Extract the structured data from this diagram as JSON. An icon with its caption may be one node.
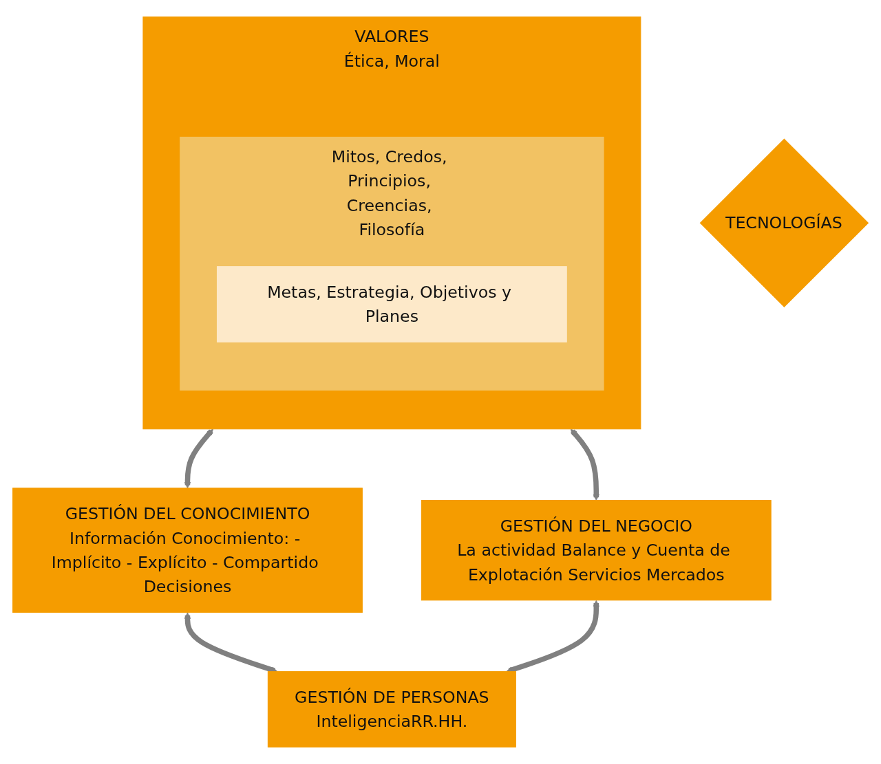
{
  "diagram": {
    "nodes": [
      {
        "text": [
          "VALORES",
          "Ética, Moral"
        ]
      },
      {
        "text": [
          "Mitos, Credos, Principios, Creencias, Filosofía"
        ],
        "in": 0
      },
      {
        "text": [
          "Metas, Estrategia, Objetivos y Planes"
        ],
        "in": 1
      },
      {
        "text": [
          "GESTIÓN DEL CONOCIMIENTO",
          "Información Conocimiento: - Implícito - Explícito - Compartido Decisiones"
        ]
      },
      {
        "text": [
          "TECNOLOGÍAS"
        ]
      },
      {
        "text": [
          "GESTIÓN DEL NEGOCIO",
          "La actividad Balance y Cuenta de Explotación Servicios Mercados"
        ]
      },
      {
        "text": [
          "GESTIÓN DE PERSONAS",
          "InteligenciaRR.HH."
        ]
      }
    ],
    "edges": [
      {
        "from": 3,
        "to": 0,
        "arrow": "both"
      },
      {
        "from": 0,
        "to": 5,
        "arrow": "both"
      },
      {
        "from": 3,
        "to": 6,
        "arrow": "both"
      },
      {
        "from": 6,
        "to": 5,
        "arrow": "both"
      }
    ]
  }
}
